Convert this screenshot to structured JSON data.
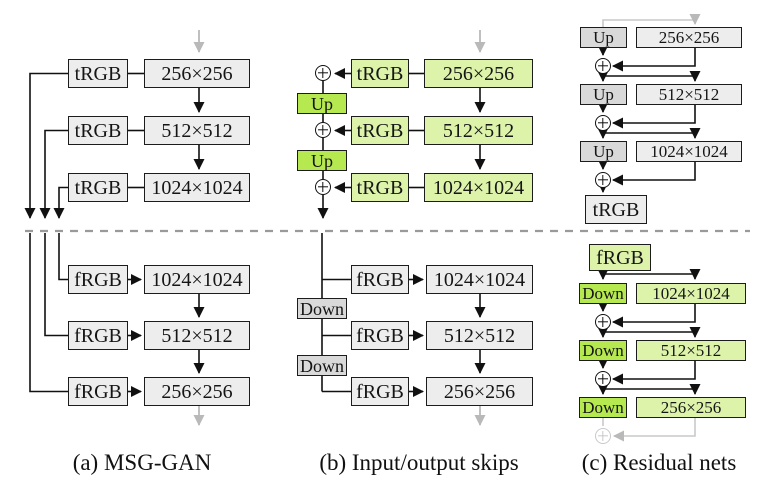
{
  "panels": {
    "a": {
      "caption": "(a) MSG-GAN",
      "generator": {
        "to_rgb_label": "tRGB",
        "resolutions": [
          "256×256",
          "512×512",
          "1024×1024"
        ]
      },
      "discriminator": {
        "from_rgb_label": "fRGB",
        "resolutions": [
          "1024×1024",
          "512×512",
          "256×256"
        ]
      }
    },
    "b": {
      "caption": "(b) Input/output skips",
      "generator": {
        "to_rgb_label": "tRGB",
        "upsample_label": "Up",
        "resolutions": [
          "256×256",
          "512×512",
          "1024×1024"
        ]
      },
      "discriminator": {
        "from_rgb_label": "fRGB",
        "downsample_label": "Down",
        "resolutions": [
          "1024×1024",
          "512×512",
          "256×256"
        ]
      }
    },
    "c": {
      "caption": "(c) Residual nets",
      "generator": {
        "to_rgb_label": "tRGB",
        "upsample_label": "Up",
        "resolutions": [
          "256×256",
          "512×512",
          "1024×1024"
        ]
      },
      "discriminator": {
        "from_rgb_label": "fRGB",
        "downsample_label": "Down",
        "resolutions": [
          "1024×1024",
          "512×512",
          "256×256"
        ]
      }
    }
  },
  "icons": {
    "sum": "circled-plus",
    "ghost_sum": "circled-plus-faded"
  },
  "colors": {
    "box_light_gray": "#ededed",
    "box_mid_gray": "#d9d9d9",
    "box_light_green": "#ddf3aa",
    "box_bright_green": "#b6e94f",
    "line": "#111111",
    "ghost_line": "#b9b9b9",
    "divider": "#9a9a9a"
  }
}
